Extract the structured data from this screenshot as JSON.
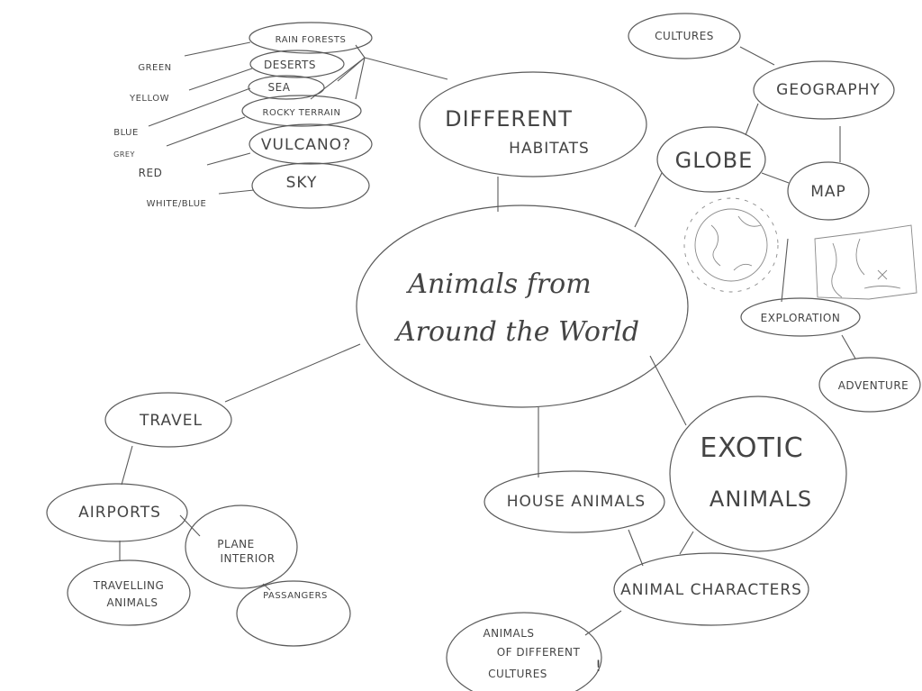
{
  "center": {
    "line1": "Animals from",
    "line2": "Around the World"
  },
  "habitats": {
    "title_line1": "DIFFERENT",
    "title_line2": "HABITATS",
    "items": [
      {
        "label": "RAIN FORESTS",
        "color": "GREEN"
      },
      {
        "label": "DESERTS",
        "color": "YELLOW"
      },
      {
        "label": "SEA",
        "color": "BLUE"
      },
      {
        "label": "ROCKY TERRAIN",
        "color": "GREY"
      },
      {
        "label": "VULCANO?",
        "color": "RED"
      },
      {
        "label": "SKY",
        "color": "WHITE/BLUE"
      }
    ]
  },
  "geography_branch": {
    "cultures": "CULTURES",
    "geography": "GEOGRAPHY",
    "globe": "GLOBE",
    "map": "MAP",
    "exploration": "EXPLORATION",
    "adventure": "ADVENTURE"
  },
  "travel_branch": {
    "travel": "TRAVEL",
    "airports": "AIRPORTS",
    "plane_line1": "PLANE",
    "plane_line2": "INTERIOR",
    "travelling_line1": "TRAVELLING",
    "travelling_line2": "ANIMALS",
    "passangers": "PASSANGERS"
  },
  "animals_branch": {
    "house": "HOUSE ANIMALS",
    "exotic_line1": "EXOTIC",
    "exotic_line2": "ANIMALS",
    "characters": "ANIMAL CHARACTERS",
    "cultures_line1": "ANIMALS",
    "cultures_line2": "OF DIFFERENT",
    "cultures_line3": "CULTURES",
    "cultures_mark": "!"
  }
}
